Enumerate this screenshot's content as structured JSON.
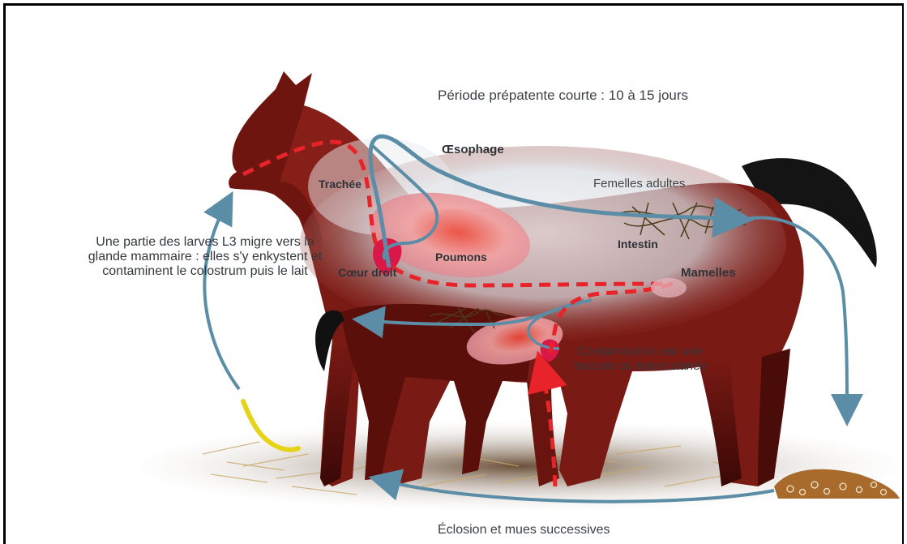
{
  "diagram": {
    "title": "Période prépatente courte : 10 à 15 jours",
    "labels": {
      "oesophage": "Œsophage",
      "trachee": "Trachée",
      "femelles": "Femelles adultes",
      "intestin": "Intestin",
      "poumons": "Poumons",
      "coeur": "Cœur droit",
      "mamelles": "Mamelles",
      "larves": "Une partie des larves L3 migre vers la glande mammaire : elles s'y enkystent et contaminent le colostrum puis le lait",
      "contamination": "Contamination par voie buccale ou transcutanée",
      "eclosion": "Éclosion et mues successives"
    },
    "colors": {
      "horse_body": "#7a1a14",
      "horse_dark": "#3a0806",
      "blood_path": "#e8242a",
      "lymph_path": "#5b8ea6",
      "organ": "#e79aa0",
      "worm": "#e6d419",
      "ground": "#5b4330",
      "straw": "#c9a86a"
    }
  }
}
